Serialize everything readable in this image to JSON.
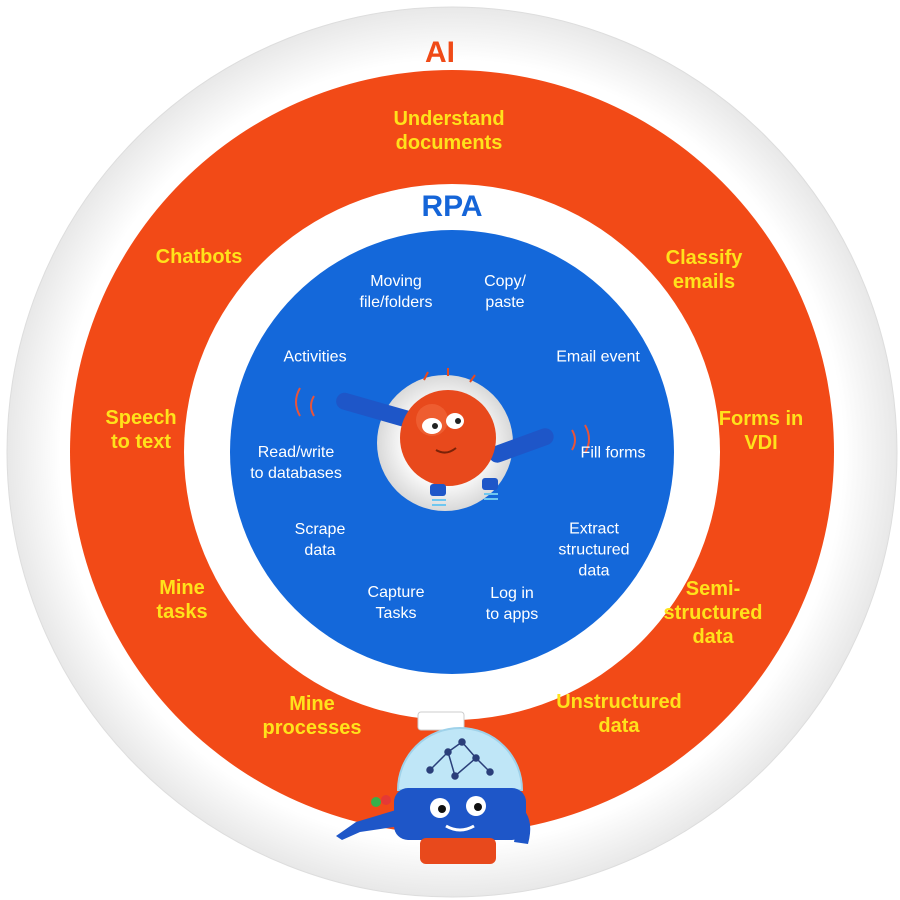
{
  "colors": {
    "ai_ring": "#F24A17",
    "rpa_core": "#1468DA",
    "ai_text": "#FFE21B",
    "rpa_text": "#FFFFFF",
    "background": "#FFFFFF"
  },
  "ai": {
    "title": "AI",
    "items": [
      {
        "id": "understand-documents",
        "label": "Understand\ndocuments"
      },
      {
        "id": "classify-emails",
        "label": "Classify\nemails"
      },
      {
        "id": "forms-in-vdi",
        "label": "Forms in\nVDI"
      },
      {
        "id": "semi-structured-data",
        "label": "Semi-\nstructured\ndata"
      },
      {
        "id": "unstructured-data",
        "label": "Unstructured\ndata"
      },
      {
        "id": "mine-processes",
        "label": "Mine\nprocesses"
      },
      {
        "id": "mine-tasks",
        "label": "Mine\ntasks"
      },
      {
        "id": "speech-to-text",
        "label": "Speech\nto text"
      },
      {
        "id": "chatbots",
        "label": "Chatbots"
      }
    ]
  },
  "rpa": {
    "title": "RPA",
    "items": [
      {
        "id": "moving-files",
        "label": "Moving\nfile/folders"
      },
      {
        "id": "copy-paste",
        "label": "Copy/\npaste"
      },
      {
        "id": "email-event",
        "label": "Email event"
      },
      {
        "id": "fill-forms",
        "label": "Fill forms"
      },
      {
        "id": "extract-structured-data",
        "label": "Extract\nstructured\ndata"
      },
      {
        "id": "log-in-to-apps",
        "label": "Log in\nto apps"
      },
      {
        "id": "capture-tasks",
        "label": "Capture\nTasks"
      },
      {
        "id": "scrape-data",
        "label": "Scrape\ndata"
      },
      {
        "id": "read-write-databases",
        "label": "Read/write\nto databases"
      },
      {
        "id": "activities",
        "label": "Activities"
      }
    ]
  },
  "mascots": {
    "center": "orange-ball-robot-mascot",
    "bottom": "blue-dome-robot-mascot"
  }
}
